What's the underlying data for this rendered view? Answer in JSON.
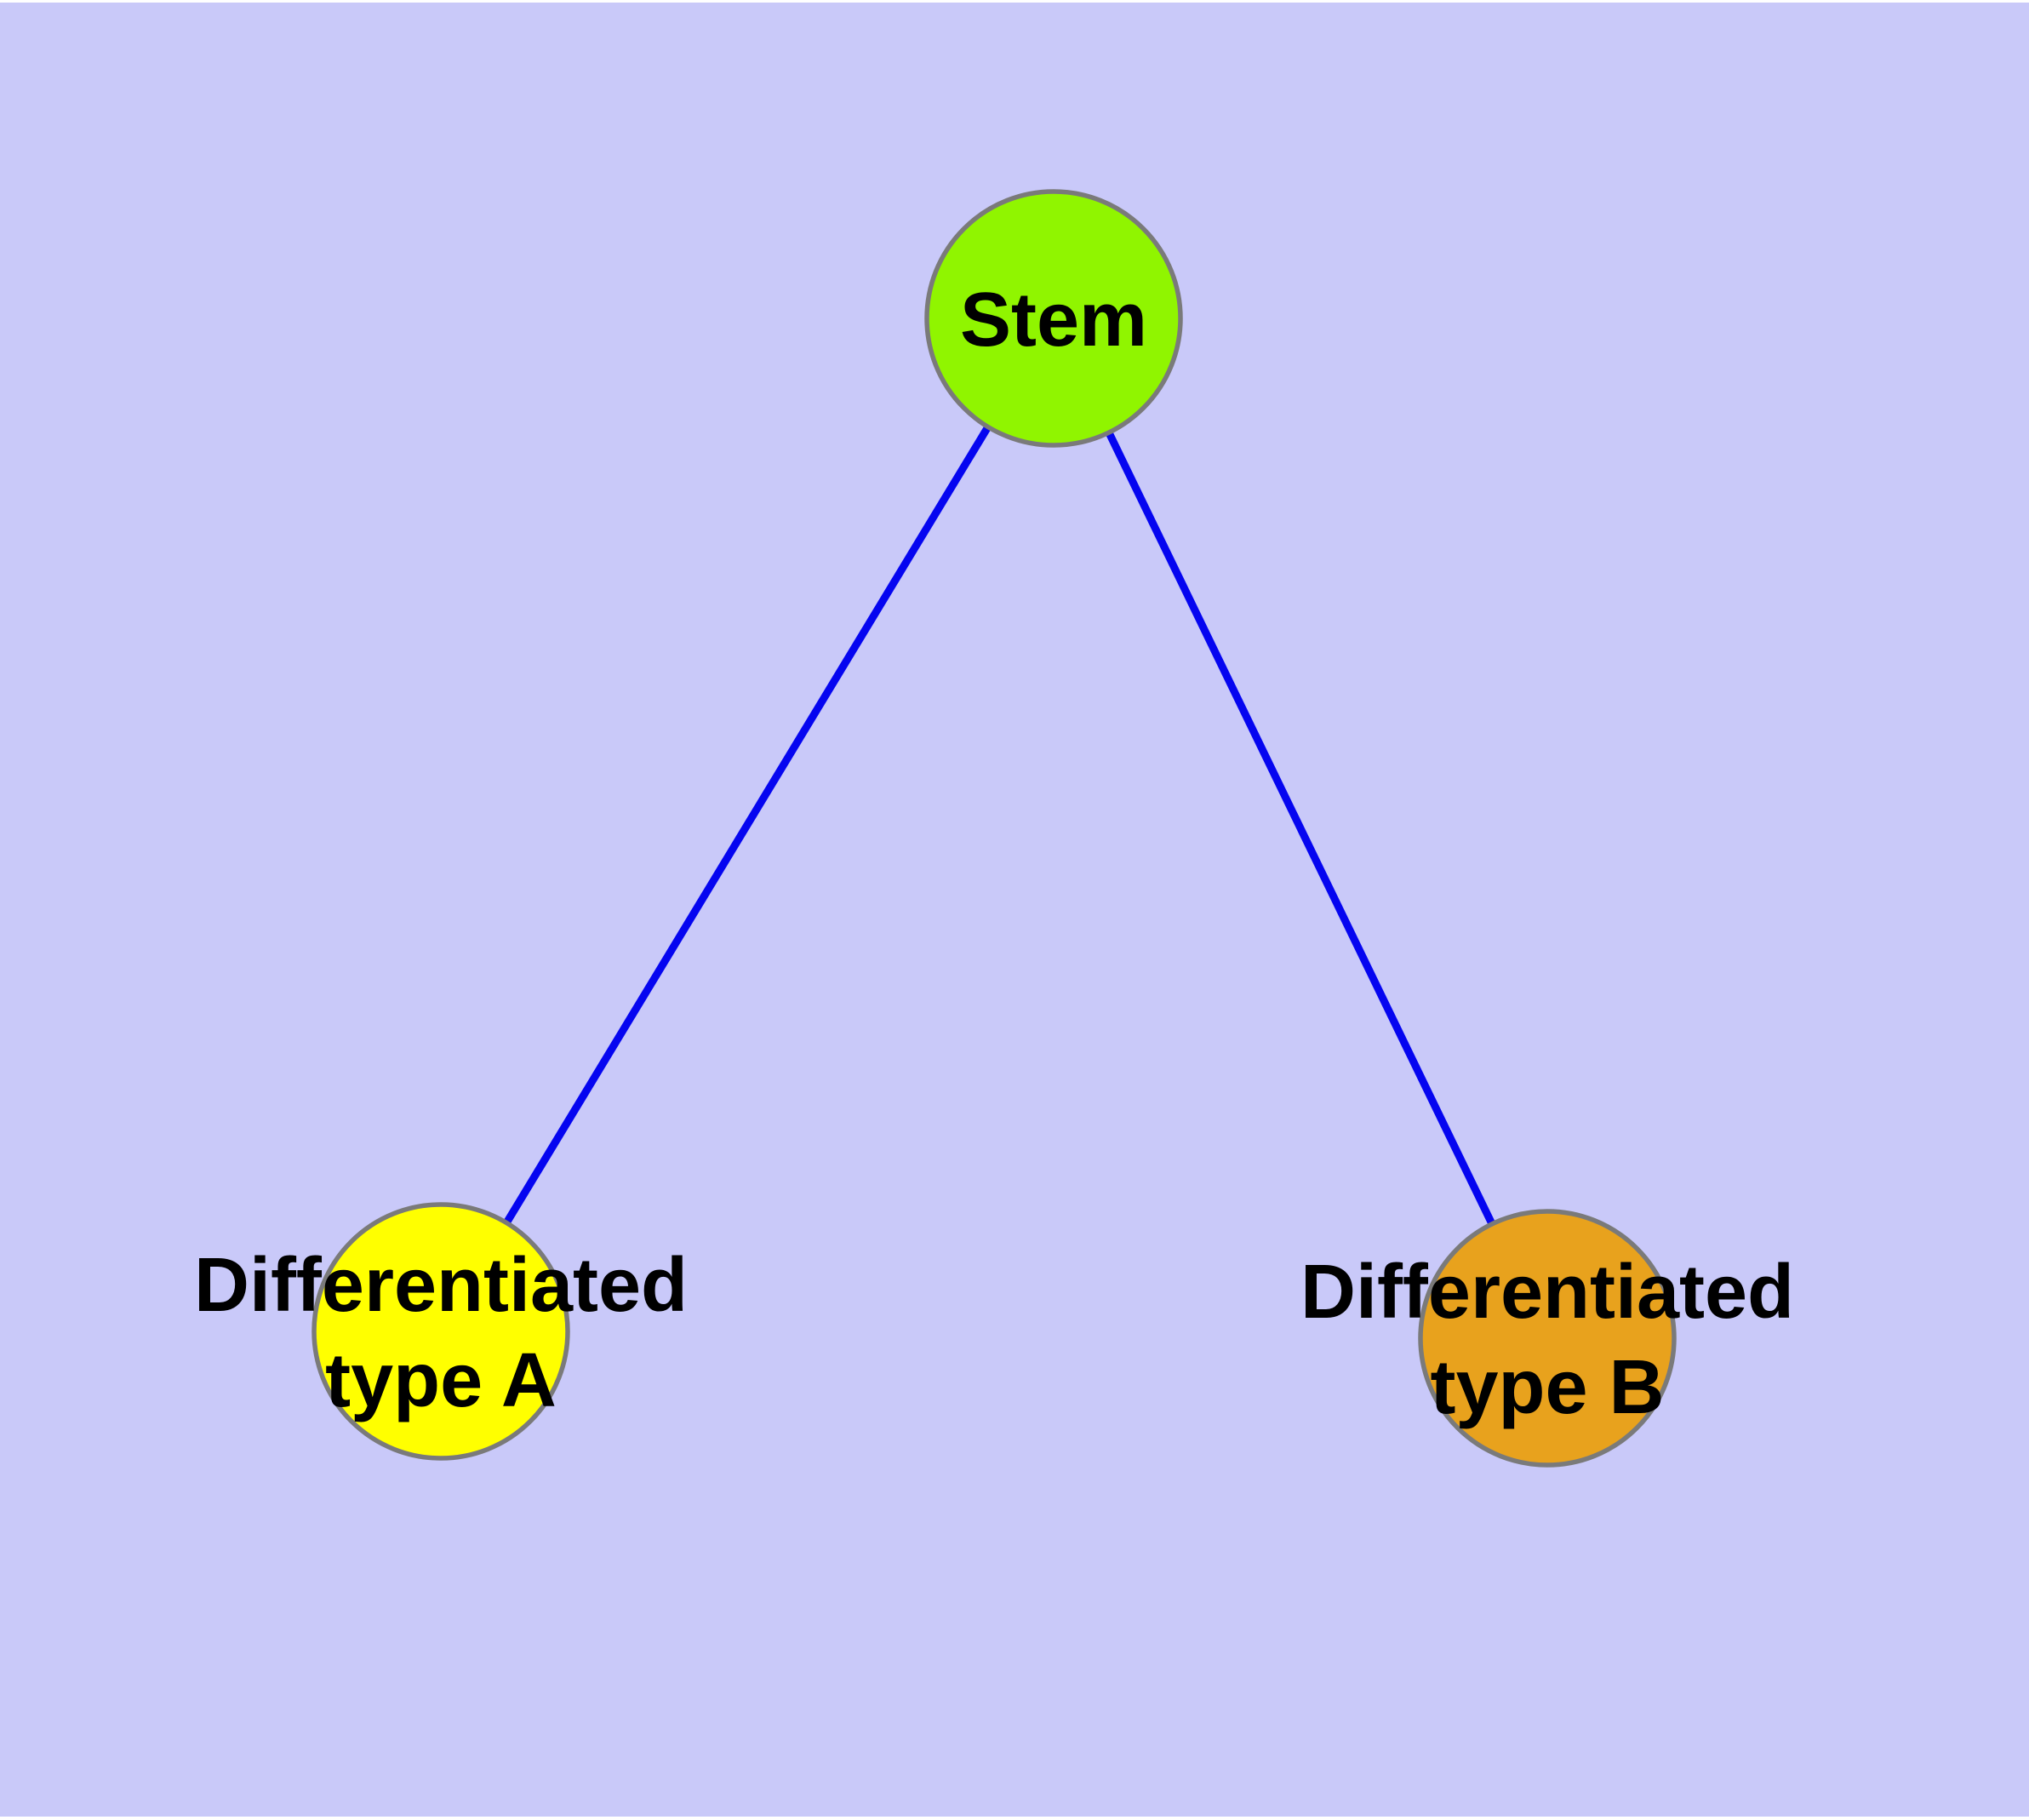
{
  "diagram": {
    "type": "graph",
    "colors": {
      "background": "#C9C9F9",
      "edge": "#0505F0",
      "node_border": "#7A7A7A",
      "label_text": "#000000"
    },
    "nodes": [
      {
        "id": "stem",
        "label": "Stem",
        "color": "#90F500"
      },
      {
        "id": "type-a",
        "label": "Differentiated type A",
        "label_line1": "Differentiated",
        "label_line2": "type A",
        "color": "#FFFF00"
      },
      {
        "id": "type-b",
        "label": "Differentiated type B",
        "label_line1": "Differentiated",
        "label_line2": "type B",
        "color": "#E8A21D"
      }
    ],
    "edges": [
      {
        "from": "stem",
        "to": "type-a"
      },
      {
        "from": "stem",
        "to": "type-b"
      }
    ]
  }
}
